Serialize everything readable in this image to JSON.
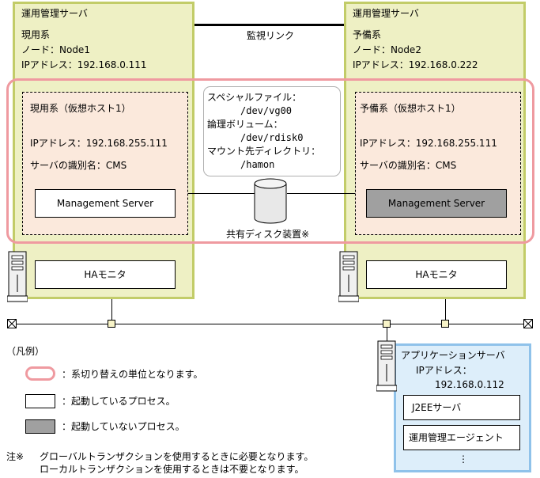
{
  "active_server": {
    "title": "運用管理サーバ",
    "role": "現用系",
    "node": "ノード：Node1",
    "ip": "IPアドレス：192.168.0.111",
    "virtual_host": {
      "title": "現用系（仮想ホスト1）",
      "ip": "IPアドレス：192.168.255.111",
      "id": "サーバの識別名：CMS",
      "process": "Management Server"
    },
    "ha_monitor": "HAモニタ"
  },
  "standby_server": {
    "title": "運用管理サーバ",
    "role": "予備系",
    "node": "ノード：Node2",
    "ip": "IPアドレス：192.168.0.222",
    "virtual_host": {
      "title": "予備系（仮想ホスト1）",
      "ip": "IPアドレス：192.168.255.111",
      "id": "サーバの識別名：CMS",
      "process": "Management Server"
    },
    "ha_monitor": "HAモニタ"
  },
  "monitor_link": "監視リンク",
  "shared_info": {
    "lines": [
      "スペシャルファイル：",
      "/dev/vg00",
      "論理ボリューム：",
      "/dev/rdisk0",
      "マウント先ディレクトリ：",
      "/hamon"
    ]
  },
  "shared_disk": "共有ディスク装置※",
  "app_server": {
    "title": "アプリケーションサーバ",
    "ip_label": "IPアドレス：",
    "ip": "192.168.0.112",
    "items": [
      "J2EEサーバ",
      "運用管理エージェント"
    ],
    "more": "⋮"
  },
  "legend": {
    "title": "（凡例）",
    "switch_unit": "：系切り替えの単位となります。",
    "running": "：起動しているプロセス。",
    "not_running": "：起動していないプロセス。"
  },
  "note": {
    "mark": "注※",
    "line1": "グローバルトランザクションを使用するときに必要となります。",
    "line2": "ローカルトランザクションを使用するときは不要となります。"
  },
  "colors": {
    "server_fill": "#eef0c4",
    "server_border": "#c2cc68",
    "virtual_host_fill": "#fbe9dc",
    "switch_unit_border": "#ef9aa0",
    "app_server_fill": "#ddeefa",
    "app_server_border": "#8fc2ea",
    "stopped_process": "#a0a0a0"
  }
}
